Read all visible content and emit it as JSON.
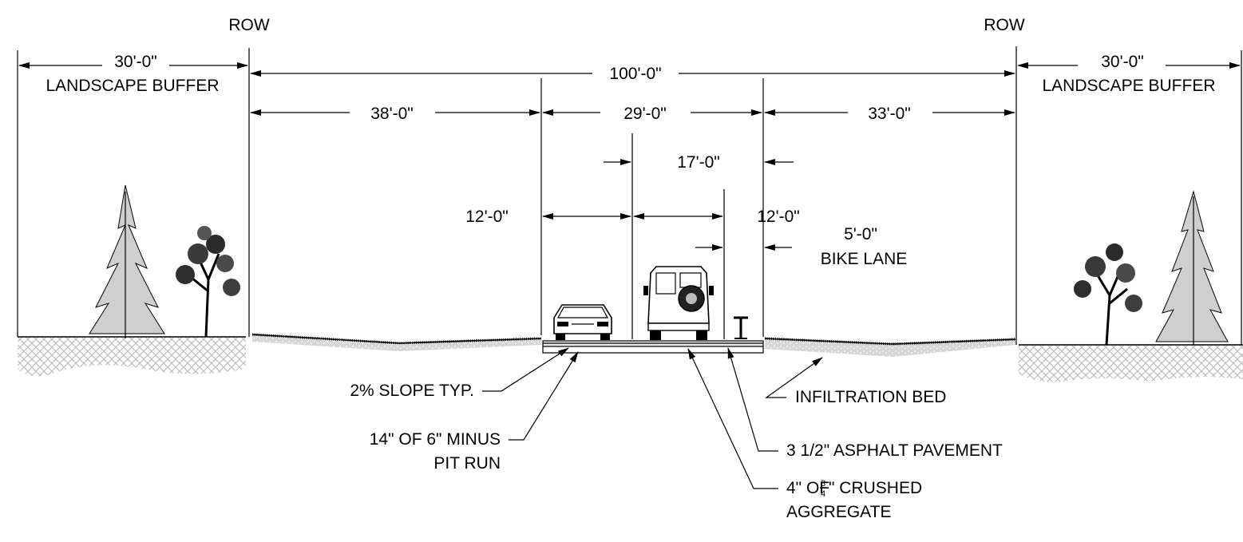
{
  "row_labels": {
    "left": "ROW",
    "right": "ROW"
  },
  "dimensions": {
    "total": "100'-0\"",
    "left_buffer": "30'-0\"",
    "right_buffer": "30'-0\"",
    "left_swale": "38'-0\"",
    "roadway": "29'-0\"",
    "right_swale": "33'-0\"",
    "center_lanes": "17'-0\"",
    "left_lane": "12'-0\"",
    "right_lane": "12'-0\"",
    "bike_lane": "5'-0\""
  },
  "zones": {
    "left_buffer": "LANDSCAPE BUFFER",
    "right_buffer": "LANDSCAPE BUFFER",
    "bike_lane": "BIKE LANE"
  },
  "callouts": {
    "slope": "2% SLOPE TYP.",
    "pit_run_line1": "14\" OF 6\" MINUS",
    "pit_run_line2": "PIT RUN",
    "infiltration": "INFILTRATION BED",
    "asphalt": "3 1/2\" ASPHALT PAVEMENT",
    "aggregate_pre": "4\" OF",
    "aggregate_num": "3",
    "aggregate_den": "4",
    "aggregate_post": "\" CRUSHED",
    "aggregate_line2": "AGGREGATE"
  },
  "icons": [
    "evergreen-tree-icon",
    "deciduous-tree-icon",
    "sedan-car-icon",
    "suv-rear-icon",
    "bike-rack-icon"
  ]
}
